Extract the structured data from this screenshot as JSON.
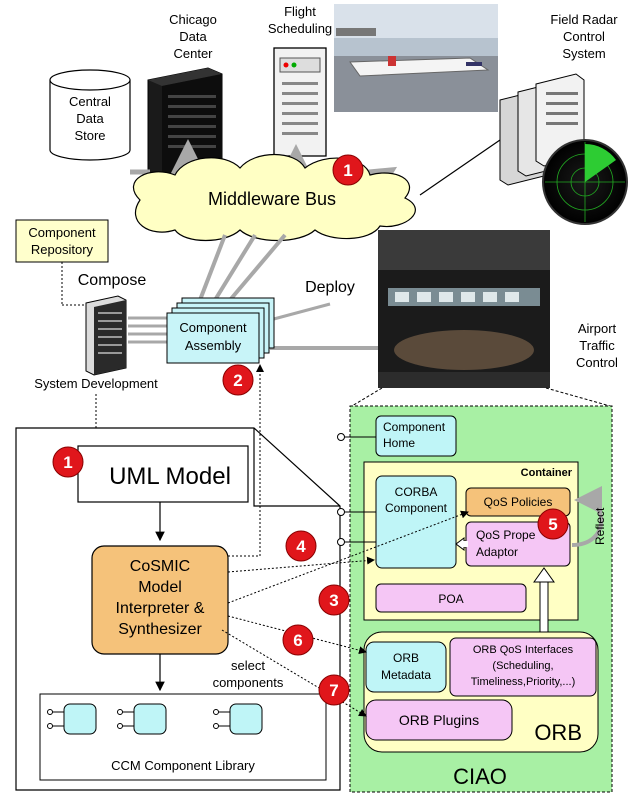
{
  "labels": {
    "central_store": [
      "Central",
      "Data",
      "Store"
    ],
    "chicago": [
      "Chicago",
      "Data",
      "Center"
    ],
    "flight": [
      "Flight",
      "Scheduling"
    ],
    "field_radar": [
      "Field Radar",
      "Control",
      "System"
    ],
    "bus": "Middleware Bus",
    "comp_repo": [
      "Component",
      "Repository"
    ],
    "compose": "Compose",
    "deploy": "Deploy",
    "assembly": [
      "Component",
      "Assembly"
    ],
    "airport": [
      "Airport",
      "Traffic",
      "Control"
    ],
    "sysdev": "System Development",
    "uml": "UML Model",
    "cosmic": [
      "CoSMIC",
      "Model",
      "Interpreter &",
      "Synthesizer"
    ],
    "select": [
      "select",
      "components"
    ],
    "library": "CCM Component Library",
    "comp_home": [
      "Component",
      "Home"
    ],
    "container": "Container",
    "corba": [
      "CORBA",
      "Component"
    ],
    "qos_policies": "QoS Policies",
    "qos_adaptor": [
      "QoS Prope",
      "Adaptor"
    ],
    "reflect": "Reflect",
    "poa": "POA",
    "orb_metadata": [
      "ORB",
      "Metadata"
    ],
    "orb_qos": [
      "ORB QoS Interfaces",
      "(Scheduling,",
      "Timeliness,Priority,...)"
    ],
    "orb_plugins": "ORB Plugins",
    "orb": "ORB",
    "ciao": "CIAO"
  },
  "markers": [
    "1",
    "2",
    "1",
    "4",
    "5",
    "3",
    "6",
    "7"
  ],
  "colors": {
    "marker": "#e0161b",
    "cloud": "#ffffc4",
    "ciao_bg": "#a8f0a4",
    "container_bg": "#ffffc4",
    "component_cyan": "#bff5f7",
    "magenta": "#f5c6f5",
    "orange": "#f5c27a",
    "assembly_bg": "#c8f4f8",
    "repo_bg": "#ffffcc"
  }
}
